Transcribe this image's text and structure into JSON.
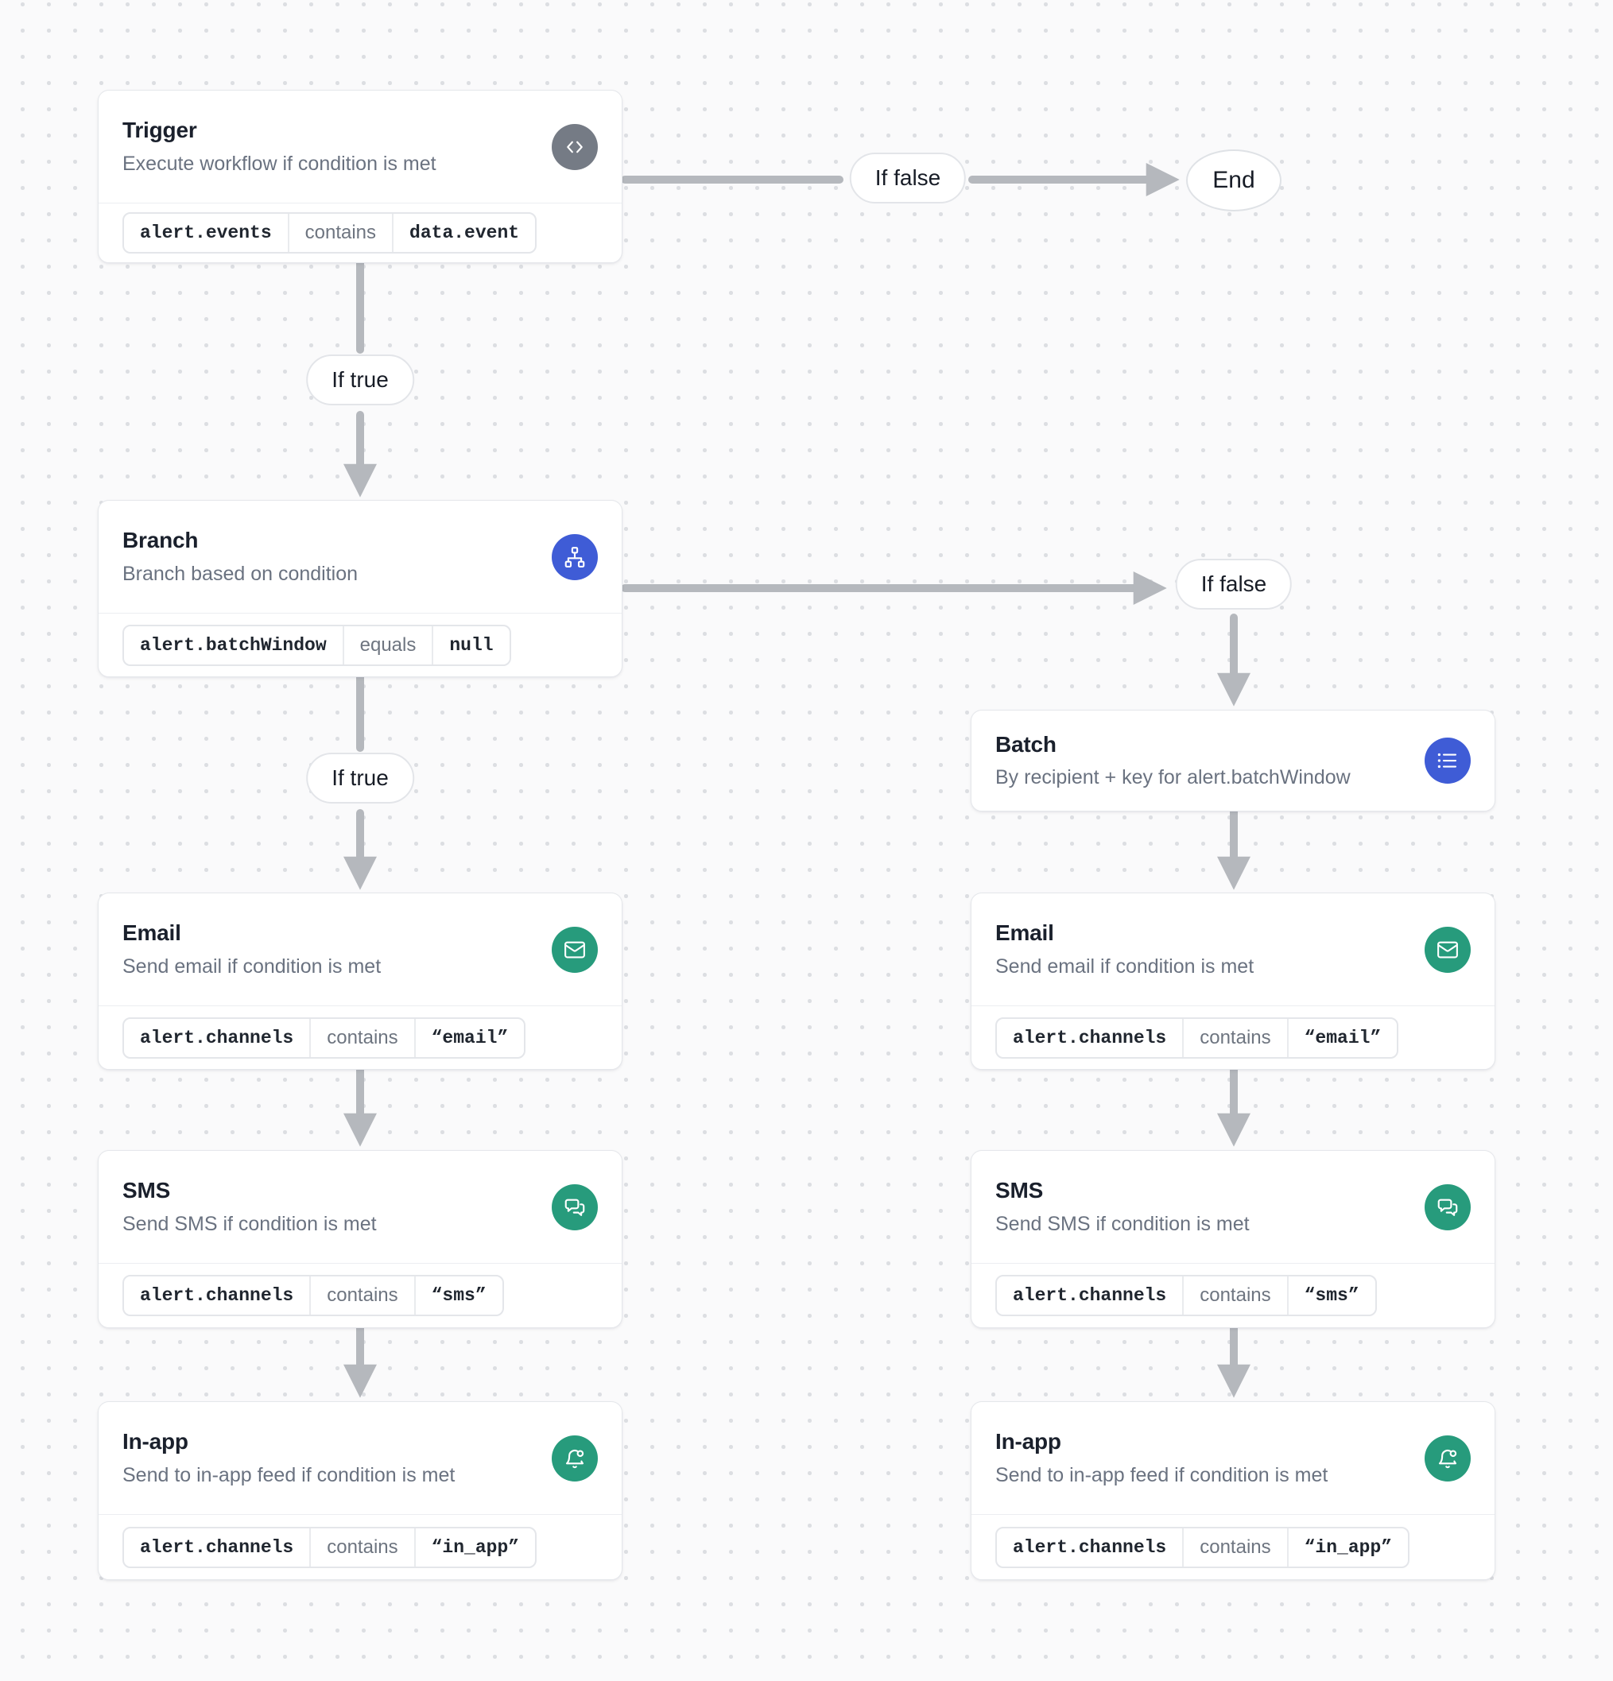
{
  "edges": {
    "if_true_label": "If true",
    "if_false_label": "If false",
    "end_label": "End"
  },
  "nodes": {
    "trigger": {
      "title": "Trigger",
      "subtitle": "Execute workflow if condition is met",
      "icon": "code-icon",
      "condition": {
        "field": "alert.events",
        "operator": "contains",
        "value": "data.event"
      }
    },
    "branch": {
      "title": "Branch",
      "subtitle": "Branch based on condition",
      "icon": "sitemap-icon",
      "condition": {
        "field": "alert.batchWindow",
        "operator": "equals",
        "value": "null"
      }
    },
    "batch": {
      "title": "Batch",
      "subtitle": "By recipient + key for alert.batchWindow",
      "icon": "list-icon"
    },
    "email_left": {
      "title": "Email",
      "subtitle": "Send email if condition is met",
      "icon": "envelope-icon",
      "condition": {
        "field": "alert.channels",
        "operator": "contains",
        "value": "“email”"
      }
    },
    "sms_left": {
      "title": "SMS",
      "subtitle": "Send SMS if condition is met",
      "icon": "chat-bubbles-icon",
      "condition": {
        "field": "alert.channels",
        "operator": "contains",
        "value": "“sms”"
      }
    },
    "inapp_left": {
      "title": "In-app",
      "subtitle": "Send to in-app feed if condition is met",
      "icon": "bell-badge-icon",
      "condition": {
        "field": "alert.channels",
        "operator": "contains",
        "value": "“in_app”"
      }
    },
    "email_right": {
      "title": "Email",
      "subtitle": "Send email if condition is met",
      "icon": "envelope-icon",
      "condition": {
        "field": "alert.channels",
        "operator": "contains",
        "value": "“email”"
      }
    },
    "sms_right": {
      "title": "SMS",
      "subtitle": "Send SMS if condition is met",
      "icon": "chat-bubbles-icon",
      "condition": {
        "field": "alert.channels",
        "operator": "contains",
        "value": "“sms”"
      }
    },
    "inapp_right": {
      "title": "In-app",
      "subtitle": "Send to in-app feed if condition is met",
      "icon": "bell-badge-icon",
      "condition": {
        "field": "alert.channels",
        "operator": "contains",
        "value": "“in_app”"
      }
    }
  },
  "colors": {
    "canvas_bg": "#fafafb",
    "dot_grid": "#dcdee2",
    "connector_gray": "#b5b8bd",
    "icon_gray": "#757b85",
    "icon_blue": "#3f5cd6",
    "icon_green": "#279b7c",
    "title_text": "#1a202c",
    "subtitle_text": "#6a7280"
  }
}
